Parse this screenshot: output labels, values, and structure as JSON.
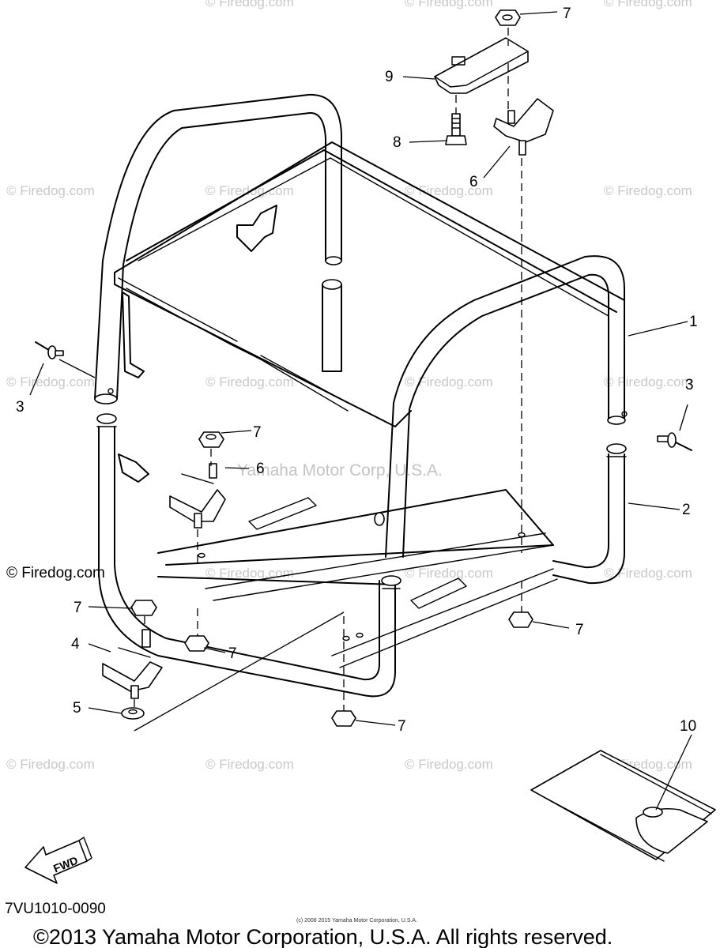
{
  "callouts": {
    "c1": "1",
    "c2": "2",
    "c3a": "3",
    "c3b": "3",
    "c4": "4",
    "c5": "5",
    "c6a": "6",
    "c6b": "6",
    "c7a": "7",
    "c7b": "7",
    "c7c": "7",
    "c7d": "7",
    "c7e": "7",
    "c7f": "7",
    "c8": "8",
    "c9": "9",
    "c10": "10"
  },
  "watermark": {
    "site": "© Firedog.com",
    "center": "Yamaha Motor Corp, U.S.A."
  },
  "fwd_label": "FWD",
  "diagram_code": "7VU1010-0090",
  "small_print": "(c) 2008 2015 Yamaha Motor Corporation, U.S.A.",
  "copyright": "©2013 Yamaha Motor Corporation, U.S.A. All rights reserved."
}
